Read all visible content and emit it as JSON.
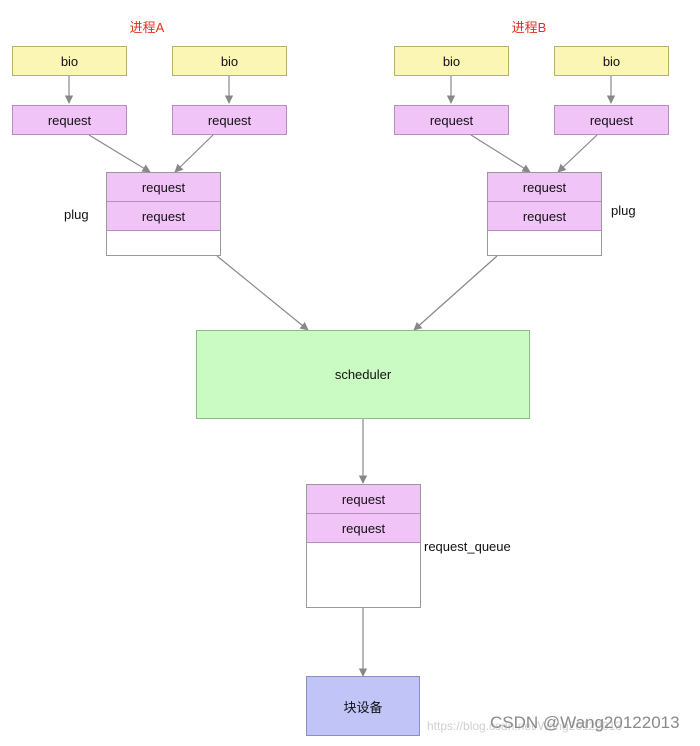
{
  "process_a": {
    "title": "进程A"
  },
  "process_b": {
    "title": "进程B"
  },
  "labels": {
    "bio": "bio",
    "request": "request",
    "plug": "plug",
    "scheduler": "scheduler",
    "request_queue": "request_queue",
    "block_device": "块设备"
  },
  "watermark": {
    "faint": "https://blog.csdn.net/Wang20122013",
    "main": "CSDN @Wang20122013"
  }
}
